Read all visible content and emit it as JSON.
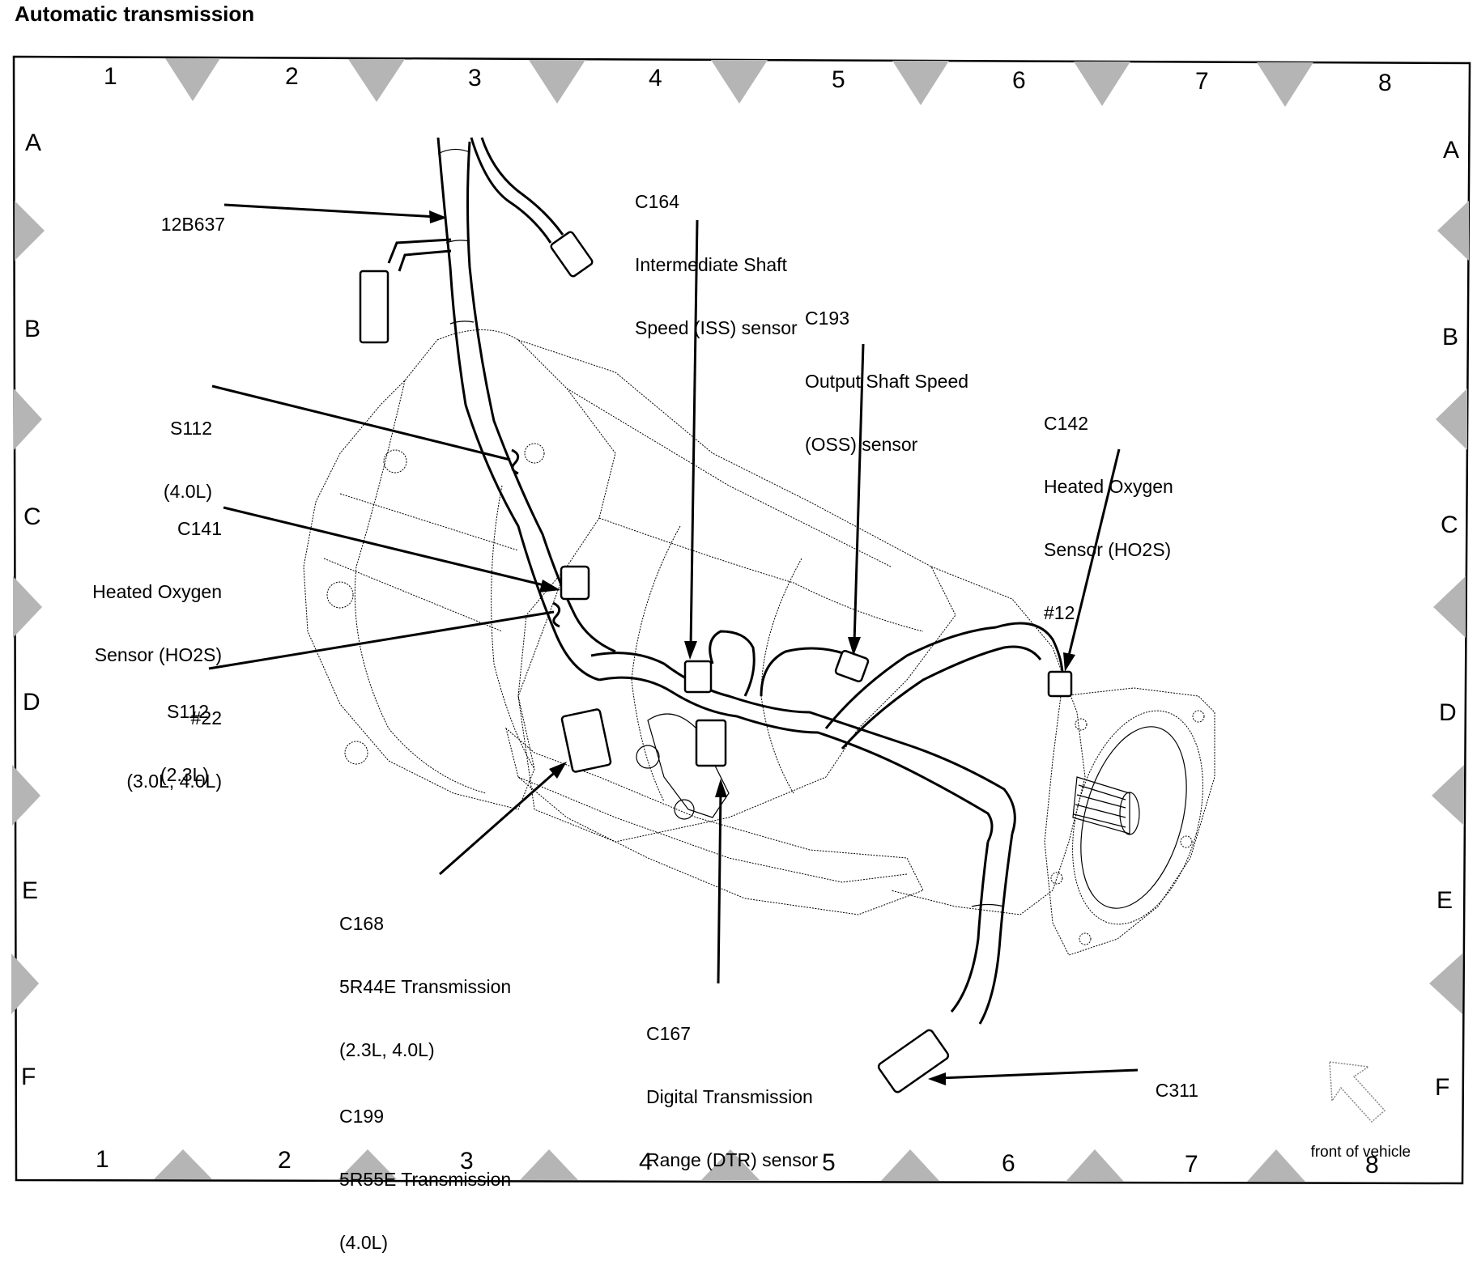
{
  "title": "Automatic transmission",
  "grid": {
    "columns": [
      "1",
      "2",
      "3",
      "4",
      "5",
      "6",
      "7",
      "8"
    ],
    "rows": [
      "A",
      "B",
      "C",
      "D",
      "E",
      "F"
    ]
  },
  "callouts": {
    "harness_12b637": "12B637",
    "s112_40l": {
      "id": "S112",
      "note": "(4.0L)"
    },
    "c141": {
      "id": "C141",
      "line1": "Heated Oxygen",
      "line2": "Sensor (HO2S)",
      "line3": "#22",
      "note": "(3.0L, 4.0L)"
    },
    "s112_23l": {
      "id": "S112",
      "note": "(2.3L)"
    },
    "c164": {
      "id": "C164",
      "line1": "Intermediate Shaft",
      "line2": "Speed (ISS) sensor"
    },
    "c193": {
      "id": "C193",
      "line1": "Output Shaft Speed",
      "line2": "(OSS) sensor"
    },
    "c142": {
      "id": "C142",
      "line1": "Heated Oxygen",
      "line2": "Sensor (HO2S)",
      "line3": "#12"
    },
    "c168": {
      "id": "C168",
      "line1": "5R44E Transmission",
      "note": "(2.3L, 4.0L)"
    },
    "c199": {
      "id": "C199",
      "line1": "5R55E Transmission",
      "note": "(4.0L)"
    },
    "c167": {
      "id": "C167",
      "line1": "Digital Transmission",
      "line2": "Range (DTR) sensor"
    },
    "c311": "C311"
  },
  "orientation": {
    "label": "front of vehicle",
    "icon": "front-of-vehicle-arrow-icon"
  }
}
